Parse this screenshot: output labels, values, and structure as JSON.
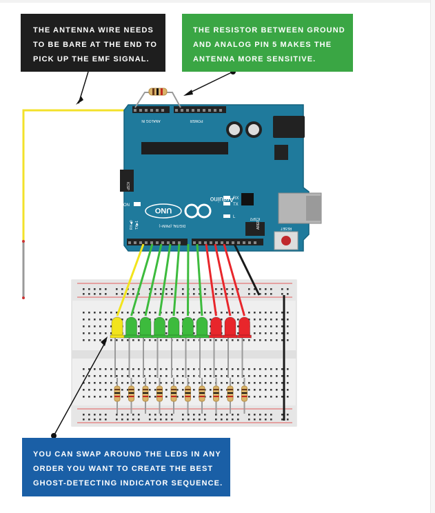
{
  "callouts": {
    "antenna": [
      "THE ANTENNA WIRE NEEDS",
      "TO BE BARE AT THE END TO",
      "PICK UP THE EMF SIGNAL."
    ],
    "resistor": [
      "THE RESISTOR BETWEEN GROUND",
      "AND ANALOG PIN 5 MAKES THE",
      "ANTENNA MORE SENSITIVE."
    ],
    "leds": [
      "YOU CAN SWAP AROUND THE LEDS IN ANY",
      "ORDER YOU WANT TO CREATE THE BEST",
      "GHOST-DETECTING INDICATOR SEQUENCE."
    ]
  },
  "board": {
    "brand": "Arduino",
    "model": "UNO",
    "analog_label": "ANALOG IN",
    "power_label": "POWER",
    "digital_label": "DIGITAL (PWM~)",
    "icsp_label": "ICSP",
    "icsp2_label": "ICSP2",
    "reset_label": "RESET",
    "on_label": "ON",
    "tx_label": "TX",
    "rx_label": "RX",
    "l_label": "L",
    "tx_pin": "TX▶1",
    "rx_pin": "RX◀0",
    "aref_label": "AREF"
  },
  "leds": [
    "yellow",
    "green",
    "green",
    "green",
    "green",
    "green",
    "green",
    "red",
    "red",
    "red"
  ],
  "colors": {
    "board": "#1f7a9c",
    "yellow_led": "#f2e41c",
    "green_led": "#3dbb3d",
    "red_led": "#e8262b",
    "antenna_wire": "#f5e42a"
  }
}
